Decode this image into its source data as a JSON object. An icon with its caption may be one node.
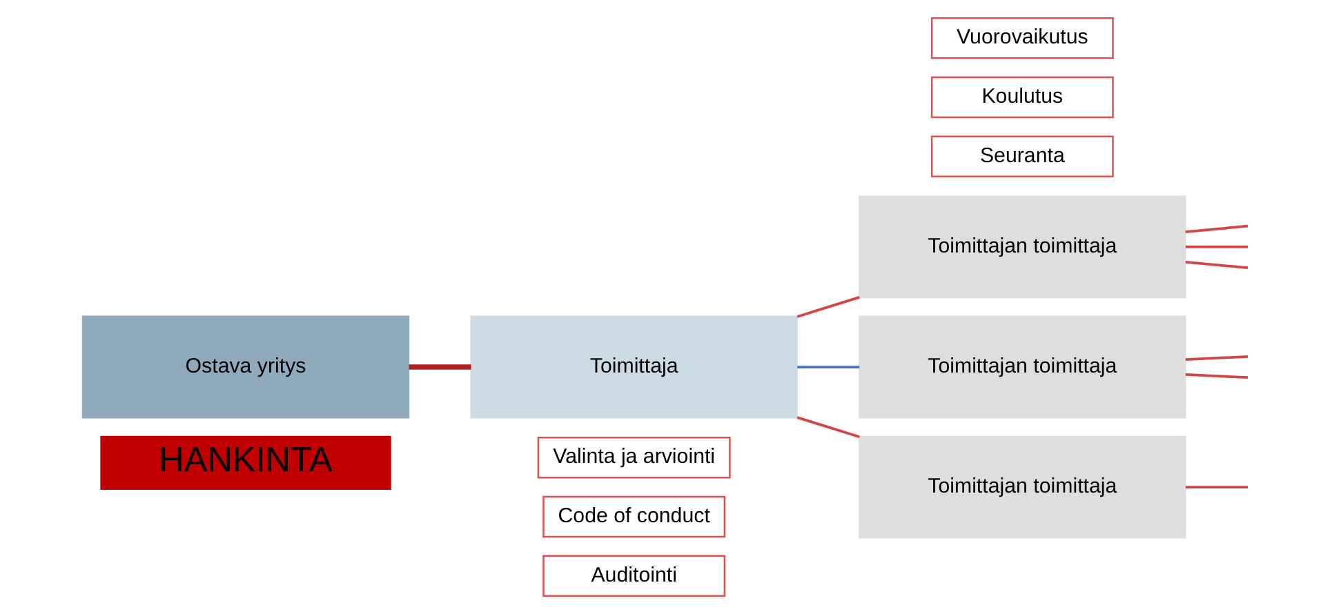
{
  "diagram": {
    "nodes": [
      {
        "text": [
          "Ostava yritys"
        ]
      },
      {
        "text": [
          "HANKINTA"
        ]
      },
      {
        "text": [
          "Vuorovaikutus"
        ]
      },
      {
        "text": [
          "Koulutus"
        ]
      },
      {
        "text": [
          "Seuranta"
        ]
      },
      {
        "text": [
          "Toimittaja"
        ]
      },
      {
        "text": [
          "Valinta ja arviointi"
        ]
      },
      {
        "text": [
          "Code of conduct"
        ]
      },
      {
        "text": [
          "Auditointi"
        ]
      },
      {
        "text": [
          "Toimittajan toimittaja"
        ]
      },
      {
        "text": [
          "Toimittajan toimittaja"
        ]
      },
      {
        "text": [
          "Toimittajan toimittaja"
        ]
      }
    ],
    "edges": [
      {
        "from": 0,
        "to": 5,
        "arrow": "none",
        "style": "thick",
        "color": "#b22222"
      },
      {
        "from": 5,
        "to": 9,
        "arrow": "none"
      },
      {
        "from": 5,
        "to": 10,
        "arrow": "none",
        "color": "#4472c4"
      },
      {
        "from": 5,
        "to": 11,
        "arrow": "none"
      },
      {
        "from": 9,
        "to": null,
        "arrow": "none"
      },
      {
        "from": 9,
        "to": null,
        "arrow": "none"
      },
      {
        "from": 9,
        "to": null,
        "arrow": "none"
      },
      {
        "from": 10,
        "to": null,
        "arrow": "none"
      },
      {
        "from": 10,
        "to": null,
        "arrow": "none"
      },
      {
        "from": 11,
        "to": null,
        "arrow": "none"
      }
    ]
  }
}
